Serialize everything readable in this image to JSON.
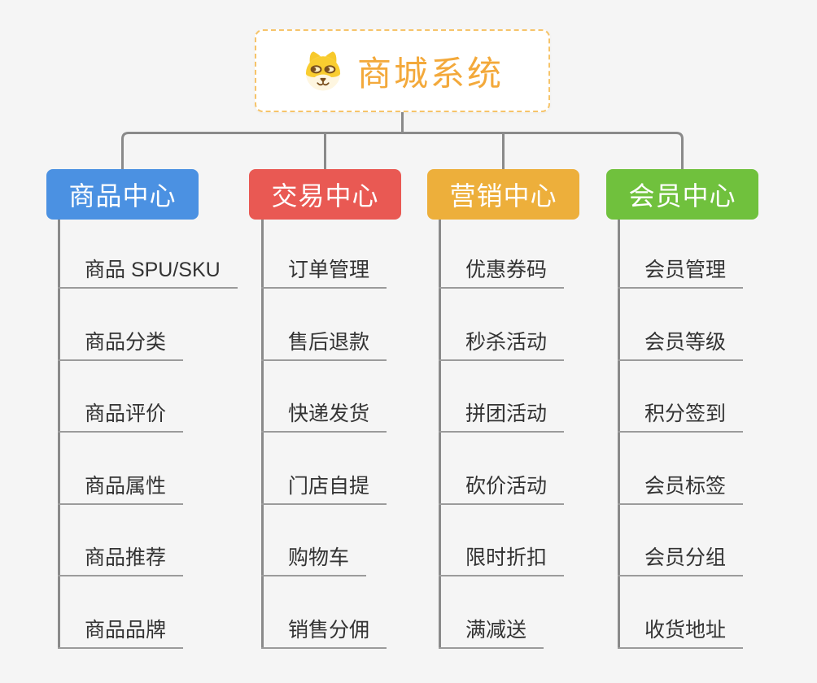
{
  "root": {
    "title": "商城系统",
    "icon": "dog-face-icon"
  },
  "branches": [
    {
      "label": "商品中心",
      "color": "#4b91e2",
      "children": [
        "商品 SPU/SKU",
        "商品分类",
        "商品评价",
        "商品属性",
        "商品推荐",
        "商品品牌"
      ]
    },
    {
      "label": "交易中心",
      "color": "#e95953",
      "children": [
        "订单管理",
        "售后退款",
        "快递发货",
        "门店自提",
        "购物车",
        "销售分佣"
      ]
    },
    {
      "label": "营销中心",
      "color": "#edaf3b",
      "children": [
        "优惠券码",
        "秒杀活动",
        "拼团活动",
        "砍价活动",
        "限时折扣",
        "满减送"
      ]
    },
    {
      "label": "会员中心",
      "color": "#70c13d",
      "children": [
        "会员管理",
        "会员等级",
        "积分签到",
        "会员标签",
        "会员分组",
        "收货地址"
      ]
    }
  ],
  "colors": {
    "background": "#f5f5f5",
    "connector": "#8a8a8a",
    "leaf_underline": "#9b9b9b",
    "leaf_text": "#333333",
    "root_text": "#f3a93b",
    "root_border": "#f6c46a",
    "root_background": "#ffffff"
  }
}
